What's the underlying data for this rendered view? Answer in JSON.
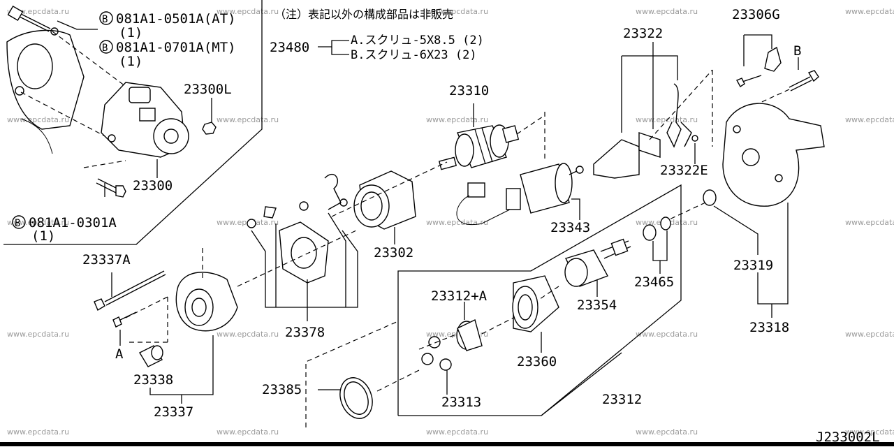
{
  "note": "（注）表記以外の構成部品は非販売",
  "diagram_code": "J233002L",
  "watermark": "www.epcdata.ru",
  "bolt_callouts": [
    {
      "circle": "B",
      "code": "081A1-0501A(AT)",
      "qty": "(1)"
    },
    {
      "circle": "B",
      "code": "081A1-0701A(MT)",
      "qty": "(1)"
    },
    {
      "circle": "B",
      "code": "081A1-0301A",
      "qty": "(1)"
    }
  ],
  "screw_callout": {
    "part": "23480",
    "items": [
      "A.スクリュ-5X8.5 (2)",
      "B.スクリュ-6X23 (2)"
    ]
  },
  "letters": {
    "a": "A",
    "b": "B"
  },
  "parts": {
    "p23300": "23300",
    "p23300L": "23300L",
    "p23306G": "23306G",
    "p23310": "23310",
    "p23322": "23322",
    "p23322E": "23322E",
    "p23302": "23302",
    "p23343": "23343",
    "p23337A": "23337A",
    "p23378": "23378",
    "p23312A": "23312+A",
    "p23360": "23360",
    "p23354": "23354",
    "p23465": "23465",
    "p23319": "23319",
    "p23318": "23318",
    "p23338": "23338",
    "p23337": "23337",
    "p23385": "23385",
    "p23313": "23313",
    "p23312": "23312"
  }
}
